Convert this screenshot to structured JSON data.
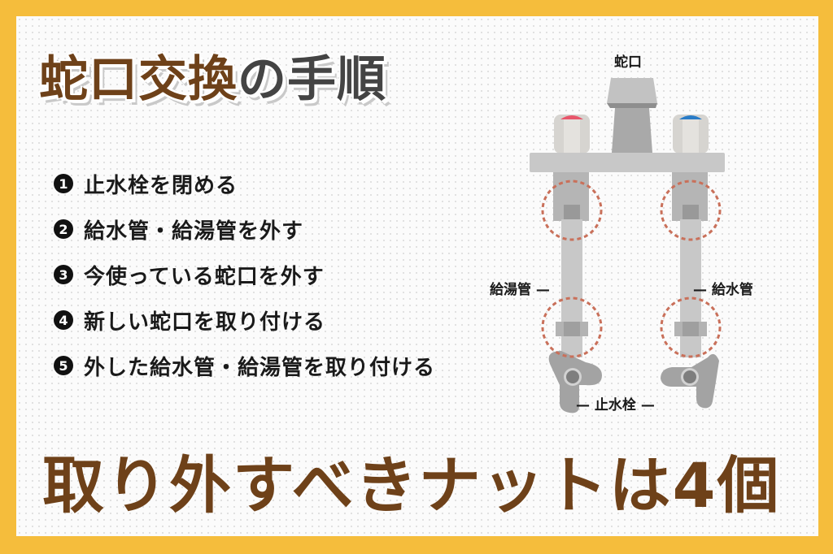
{
  "title": {
    "accent": "蛇口交換",
    "rest": "の手順"
  },
  "steps": [
    {
      "num": "1",
      "text": "止水栓を閉める"
    },
    {
      "num": "2",
      "text": "給水管・給湯管を外す"
    },
    {
      "num": "3",
      "text": "今使っている蛇口を外す"
    },
    {
      "num": "4",
      "text": "新しい蛇口を取り付ける"
    },
    {
      "num": "5",
      "text": "外した給水管・給湯管を取り付ける"
    }
  ],
  "diagram": {
    "labels": {
      "faucet": "蛇口",
      "hot_pipe": "給湯管 —",
      "cold_pipe": "— 給水管",
      "stop_valve": "— 止水栓 —"
    },
    "colors": {
      "hot_knob": "#E8566B",
      "cold_knob": "#2A7CC7",
      "nut_circle": "#C9705A",
      "metal_light": "#C8C8C8",
      "metal_dark": "#A3A3A3"
    }
  },
  "bottom_text": "取り外すべきナットは4個",
  "colors": {
    "border": "#F5BD3C",
    "brown": "#6E4119",
    "dark_gray": "#444444"
  }
}
